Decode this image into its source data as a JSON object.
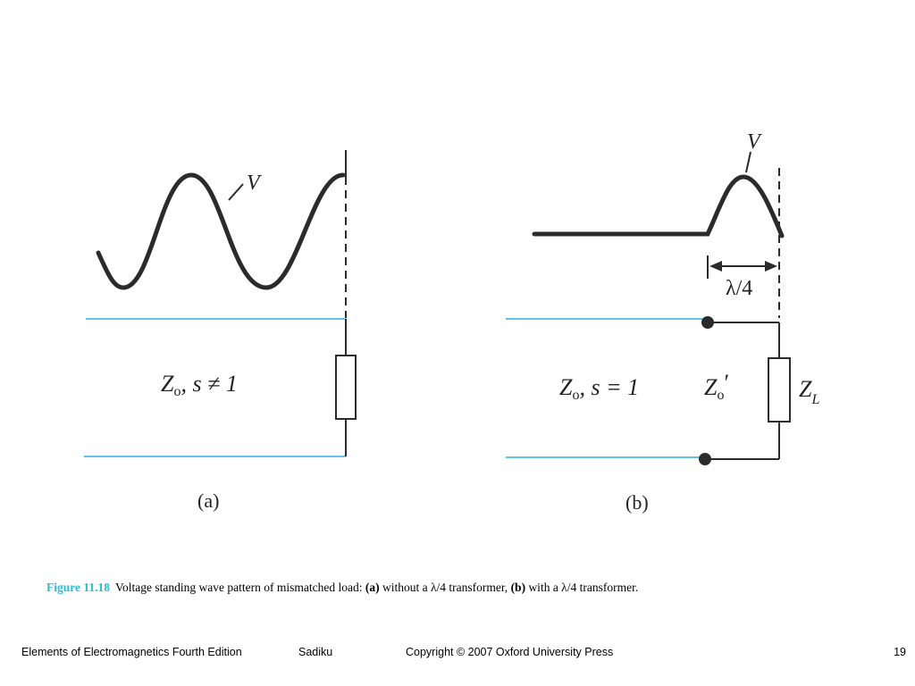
{
  "diagram": {
    "panel_a": {
      "voltage_label": "V",
      "line_label_z": "Z",
      "line_label_z_sub": "o",
      "line_label_rest": ", s ≠ 1",
      "panel_label": "(a)"
    },
    "panel_b": {
      "voltage_label": "V",
      "quarter_wave_label": "λ/4",
      "line_label_z": "Z",
      "line_label_z_sub": "o",
      "line_label_rest": ", s = 1",
      "transformer_label": "Z",
      "transformer_sub": "o",
      "transformer_prime": "′",
      "load_label": "Z",
      "load_sub": "L",
      "panel_label": "(b)"
    },
    "colors": {
      "line": "#29b0e6",
      "wave": "#2b2b2b"
    }
  },
  "caption": {
    "figure": "Figure 11.18",
    "text_1": "Voltage standing wave pattern of mismatched load: ",
    "a_label": "(a)",
    "text_2": " without a λ/4 transformer, ",
    "b_label": "(b)",
    "text_3": " with a λ/4 transformer."
  },
  "footer": {
    "book": "Elements of Electromagnetics Fourth Edition",
    "author": "Sadiku",
    "copyright": "Copyright © 2007 Oxford University Press",
    "page": "19"
  }
}
